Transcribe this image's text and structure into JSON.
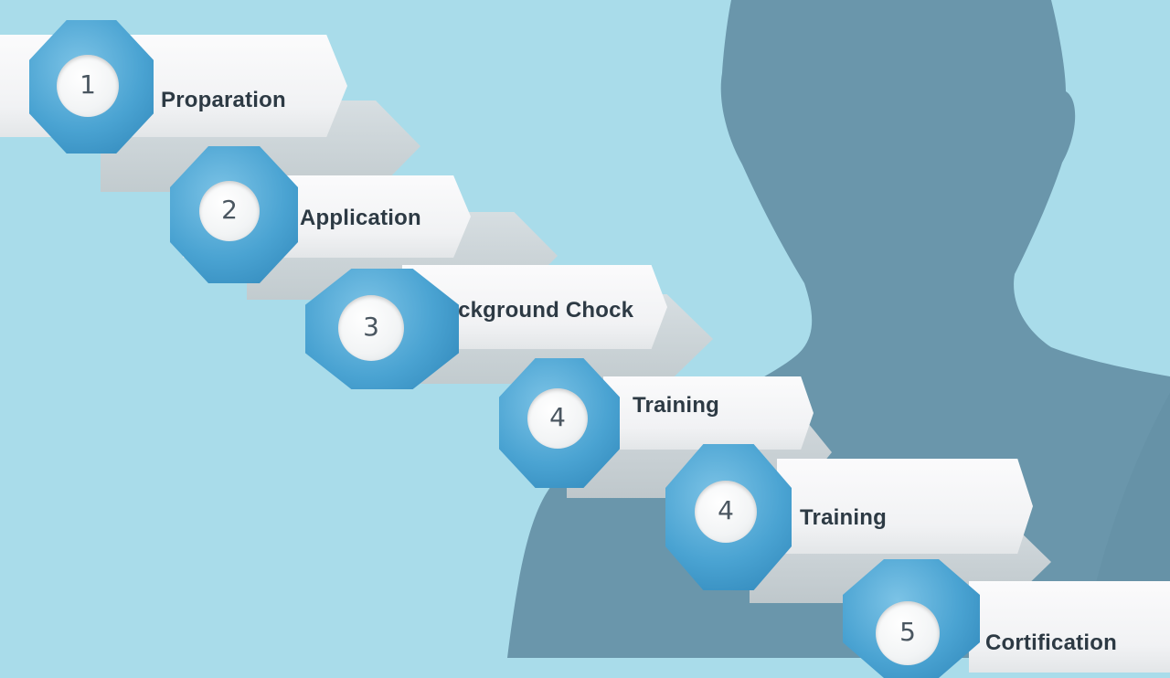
{
  "steps": [
    {
      "number": "1",
      "label": "Proparation"
    },
    {
      "number": "2",
      "label": "Application"
    },
    {
      "number": "3",
      "label": "Rackground Chock"
    },
    {
      "number": "4",
      "label": "Training"
    },
    {
      "number": "4",
      "label": "Training"
    },
    {
      "number": "5",
      "label": "Cortification"
    }
  ],
  "colors": {
    "background": "#a9dcea",
    "silhouette": "#6a96ab",
    "badge": "#4aa3d2",
    "ribbon": "#f5f6f7",
    "label_text": "#2d3a44"
  }
}
